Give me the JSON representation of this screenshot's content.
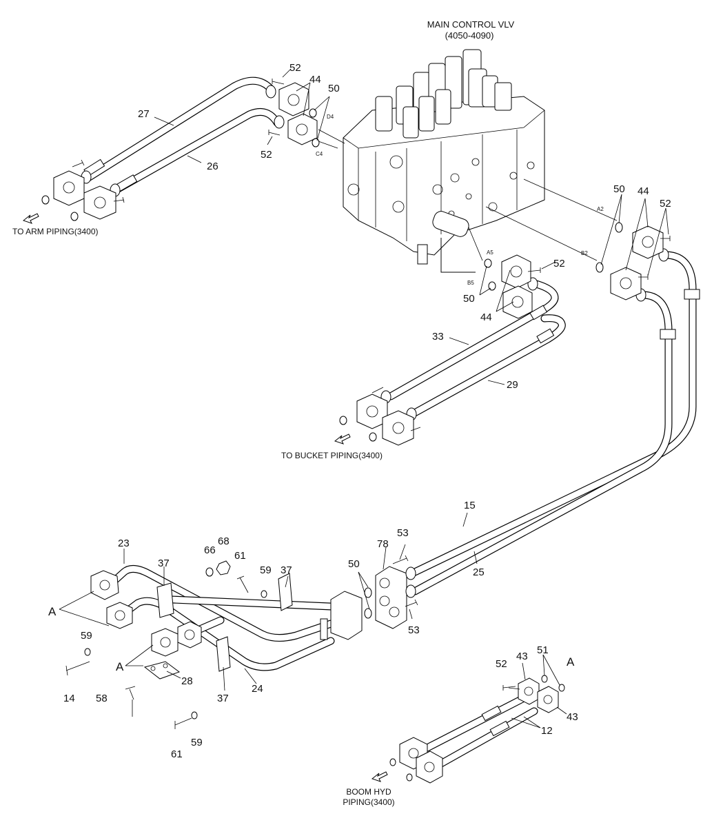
{
  "title": {
    "line1": "MAIN CONTROL VLV",
    "line2": "(4050-4090)"
  },
  "captions": {
    "arm": "TO ARM PIPING(3400)",
    "bucket": "TO BUCKET PIPING(3400)",
    "boom_line1": "BOOM HYD",
    "boom_line2": "PIPING(3400)"
  },
  "ports": {
    "d4": "D4",
    "c4": "C4",
    "a2": "A2",
    "b2": "B2",
    "a5": "A5",
    "b5": "B5"
  },
  "callouts": {
    "c52_top": "52",
    "c44_top": "44",
    "c50_top": "50",
    "c27": "27",
    "c26": "26",
    "c52_mid": "52",
    "c50_right": "50",
    "c44_right": "44",
    "c52_right": "52",
    "c52_center": "52",
    "c50_center": "50",
    "c44_center": "44",
    "c33": "33",
    "c29": "29",
    "c15": "15",
    "c25": "25",
    "c53_top": "53",
    "c53_bot": "53",
    "c78": "78",
    "c50_low": "50",
    "c23": "23",
    "c37_a": "37",
    "c66": "66",
    "c68": "68",
    "c61_a": "61",
    "c59_a": "59",
    "c37_b": "37",
    "cA_1": "A",
    "c59_b": "59",
    "cA_2": "A",
    "c28": "28",
    "c24": "24",
    "c14": "14",
    "c58": "58",
    "c37_c": "37",
    "c61_b": "61",
    "c59_c": "59",
    "c52_low": "52",
    "c43_a": "43",
    "c51": "51",
    "cA_3": "A",
    "c43_b": "43",
    "c12": "12"
  }
}
